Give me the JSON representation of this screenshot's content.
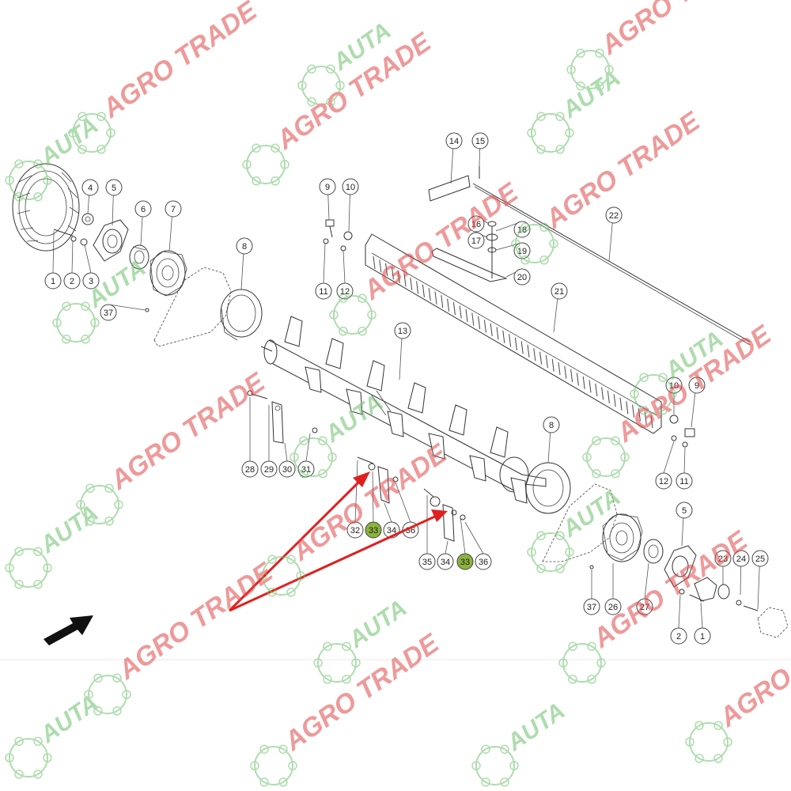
{
  "watermark": {
    "brand_main": "AGRO TRADE",
    "brand_short": "AUTA",
    "color_red": "#e04848",
    "color_green": "#6cc06c"
  },
  "callouts": [
    {
      "id": "c1",
      "label": "1",
      "highlight": false
    },
    {
      "id": "c2",
      "label": "2",
      "highlight": false
    },
    {
      "id": "c3",
      "label": "3",
      "highlight": false
    },
    {
      "id": "c4",
      "label": "4",
      "highlight": false
    },
    {
      "id": "c5",
      "label": "5",
      "highlight": false
    },
    {
      "id": "c6",
      "label": "6",
      "highlight": false
    },
    {
      "id": "c7",
      "label": "7",
      "highlight": false
    },
    {
      "id": "c37a",
      "label": "37",
      "highlight": false
    },
    {
      "id": "c8a",
      "label": "8",
      "highlight": false
    },
    {
      "id": "c9a",
      "label": "9",
      "highlight": false
    },
    {
      "id": "c10a",
      "label": "10",
      "highlight": false
    },
    {
      "id": "c11a",
      "label": "11",
      "highlight": false
    },
    {
      "id": "c12a",
      "label": "12",
      "highlight": false
    },
    {
      "id": "c14",
      "label": "14",
      "highlight": false
    },
    {
      "id": "c15",
      "label": "15",
      "highlight": false
    },
    {
      "id": "c16",
      "label": "16",
      "highlight": false
    },
    {
      "id": "c17",
      "label": "17",
      "highlight": false
    },
    {
      "id": "c18",
      "label": "18",
      "highlight": false
    },
    {
      "id": "c19",
      "label": "19",
      "highlight": false
    },
    {
      "id": "c20",
      "label": "20",
      "highlight": false
    },
    {
      "id": "c21",
      "label": "21",
      "highlight": false
    },
    {
      "id": "c22",
      "label": "22",
      "highlight": false
    },
    {
      "id": "c13",
      "label": "13",
      "highlight": false
    },
    {
      "id": "c10b",
      "label": "10",
      "highlight": false
    },
    {
      "id": "c9b",
      "label": "9",
      "highlight": false
    },
    {
      "id": "c12b",
      "label": "12",
      "highlight": false
    },
    {
      "id": "c11b",
      "label": "11",
      "highlight": false
    },
    {
      "id": "c8b",
      "label": "8",
      "highlight": false
    },
    {
      "id": "c28",
      "label": "28",
      "highlight": false
    },
    {
      "id": "c29",
      "label": "29",
      "highlight": false
    },
    {
      "id": "c30",
      "label": "30",
      "highlight": false
    },
    {
      "id": "c31",
      "label": "31",
      "highlight": false
    },
    {
      "id": "c32",
      "label": "32",
      "highlight": false
    },
    {
      "id": "c33a",
      "label": "33",
      "highlight": true
    },
    {
      "id": "c34a",
      "label": "34",
      "highlight": false
    },
    {
      "id": "c36a",
      "label": "36",
      "highlight": false
    },
    {
      "id": "c35",
      "label": "35",
      "highlight": false
    },
    {
      "id": "c34b",
      "label": "34",
      "highlight": false
    },
    {
      "id": "c33b",
      "label": "33",
      "highlight": true
    },
    {
      "id": "c36b",
      "label": "36",
      "highlight": false
    },
    {
      "id": "c5b",
      "label": "5",
      "highlight": false
    },
    {
      "id": "c23",
      "label": "23",
      "highlight": false
    },
    {
      "id": "c24",
      "label": "24",
      "highlight": false
    },
    {
      "id": "c25",
      "label": "25",
      "highlight": false
    },
    {
      "id": "c37b",
      "label": "37",
      "highlight": false
    },
    {
      "id": "c26",
      "label": "26",
      "highlight": false
    },
    {
      "id": "c27",
      "label": "27",
      "highlight": false
    },
    {
      "id": "c2b",
      "label": "2",
      "highlight": false
    },
    {
      "id": "c1b",
      "label": "1",
      "highlight": false
    }
  ],
  "colors": {
    "highlight_fill": "#8cb33c",
    "arrow_red": "#e02020",
    "line": "#333333"
  }
}
